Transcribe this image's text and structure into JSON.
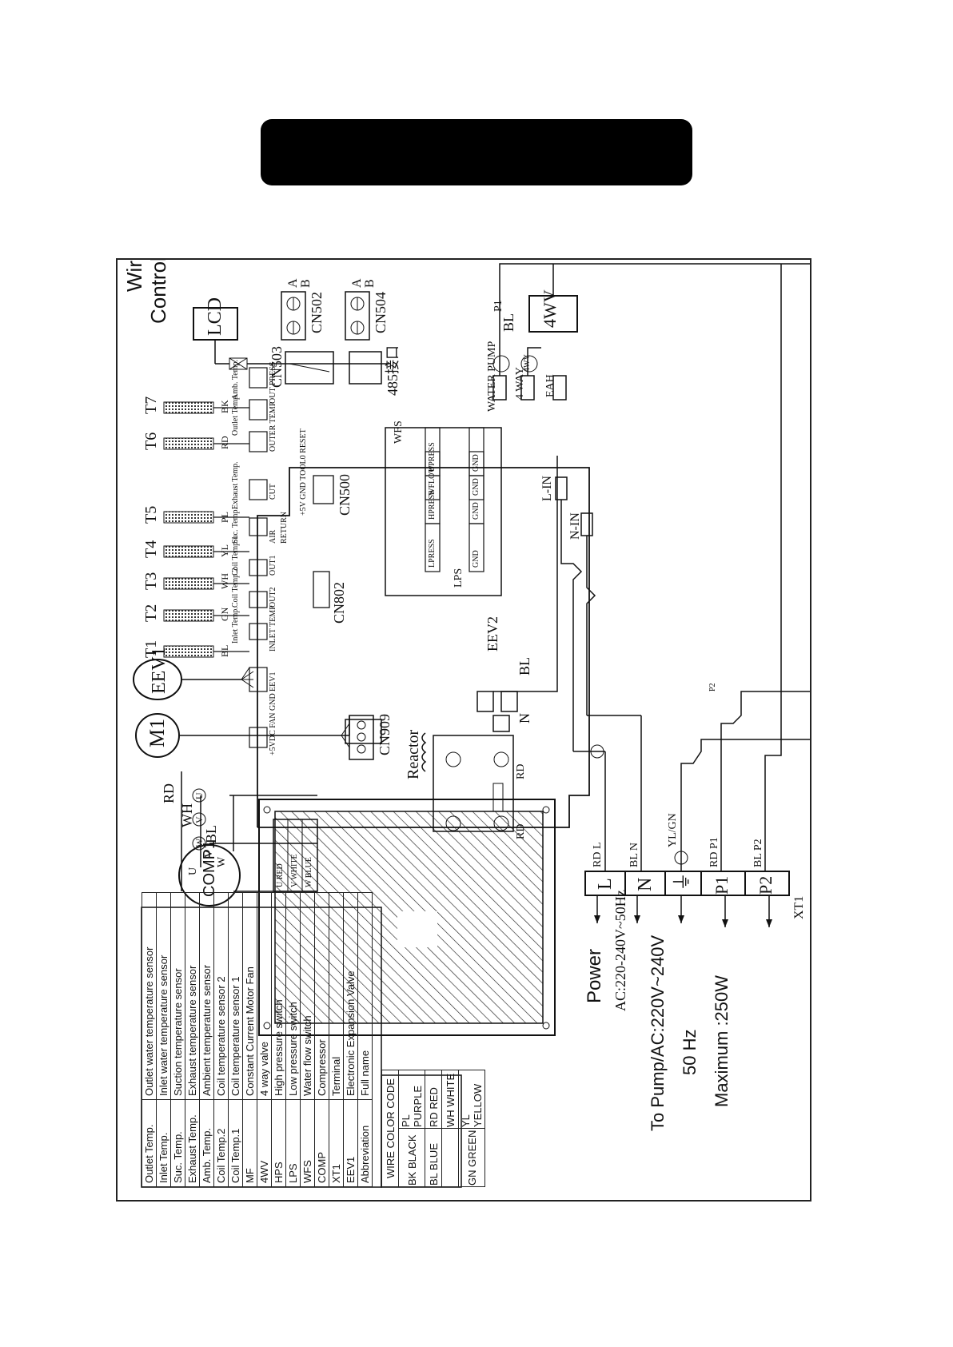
{
  "title_bar": {
    "text": ""
  },
  "wire_controller": {
    "line1": "Wire",
    "line2": "Controller",
    "lcd": "LCD"
  },
  "connectors": {
    "cn502": "CN502",
    "cn504": "CN504",
    "cn503": "CN503",
    "port485": "485接口",
    "cn500": "CN500",
    "cn802": "CN802",
    "cn909": "CN909",
    "eev2": "EEV2",
    "a": "A",
    "b": "B",
    "a2": "A",
    "b2": "B",
    "water_pump": "WATER PUMP",
    "four_way": "4 WAY",
    "eah": "EAH",
    "l_in": "L-IN",
    "n_in": "N-IN",
    "wfs": "WFS",
    "lps": "LPS",
    "cn500_pins": "+5V GND TOOL0 RESET"
  },
  "sensors": [
    {
      "id": "T1",
      "wire": "BL",
      "name": "Inlet Temp."
    },
    {
      "id": "T2",
      "wire": "GN",
      "name": "Coil Temp.2"
    },
    {
      "id": "T3",
      "wire": "WH",
      "name": "Coil Temp.1"
    },
    {
      "id": "T4",
      "wire": "YL",
      "name": "Suc. Temp."
    },
    {
      "id": "T5",
      "wire": "PL",
      "name": "Exhaust Temp."
    },
    {
      "id": "T6",
      "wire": "RD",
      "name": "Outlet Temp."
    },
    {
      "id": "T7",
      "wire": "BK",
      "name": "Amb. Temp."
    }
  ],
  "board_labels": {
    "eev1_conn": "EEV1",
    "inlet": "INLET TEMP",
    "out2": "OUT2",
    "out1": "OUT1",
    "air": "AIR",
    "return": "RETURN",
    "cut": "CUT",
    "outer": "OUTER TEMP",
    "out_press": "OUT PRESS",
    "gnd_row": "GND",
    "upress": "UPRESS",
    "wflow": "WFLOW",
    "hpress": "HPRESS",
    "lpress": "LPRESS",
    "dcfan": "+5VDC FAN GND"
  },
  "components": {
    "eev1": "EEV1",
    "m1": "M1",
    "comp1": "COMP1",
    "comp_u": "U",
    "comp_v": "V",
    "comp_w": "W",
    "wire_rd": "RD",
    "wire_wh": "WH",
    "wire_bl": "BL",
    "term_u": "U",
    "term_v": "V",
    "term_w": "W",
    "u_red": "U RED",
    "v_white": "V WHITE",
    "w_blue": "W BLUE",
    "reactor": "Reactor",
    "rd1": "RD",
    "rd2": "RD",
    "n_label": "N",
    "bl_4wv": "BL",
    "bl_top": "BL",
    "p1_top": "P1",
    "four_wv": "4WV",
    "four_wv_small": "4WV",
    "p2_small": "P2"
  },
  "terminal_block": {
    "terminals": [
      "L",
      "N",
      "⏚",
      "P1",
      "P2"
    ],
    "id": "XT1",
    "wire_labels": [
      "RD L",
      "BL N",
      "YL/GN",
      "RD P1",
      "BL P2"
    ]
  },
  "power": {
    "heading": "Power",
    "spec": "AC:220-240V~50Hz",
    "pump_line1": "To Pump/AC:220V~240V",
    "pump_line2": "50 Hz",
    "pump_line3": "Maximum :250W"
  },
  "wire_color_code": {
    "title": "WIRE COLOR CODE",
    "rows": [
      [
        "BK BLACK",
        "PL PURPLE"
      ],
      [
        "BL BLUE",
        "RD RED"
      ],
      [
        "",
        "WH WHITE"
      ],
      [
        "GN GREEN",
        "YL YELLOW"
      ]
    ]
  },
  "abbreviations": [
    [
      "Outlet Temp.",
      "Outlet water temperature sensor"
    ],
    [
      "Inlet Temp.",
      "Inlet water temperature sensor"
    ],
    [
      "Suc. Temp.",
      "Suction temperature sensor"
    ],
    [
      "Exhaust Temp.",
      "Exhaust temperature sensor"
    ],
    [
      "Amb. Temp.",
      "Ambient temperature sensor"
    ],
    [
      "Coil Temp.2",
      "Coil temperature sensor 2"
    ],
    [
      "Coil Temp.1",
      "Coil temperature sensor 1"
    ],
    [
      "MF",
      "Constant Current Motor Fan"
    ],
    [
      "4WV",
      "4 way valve"
    ],
    [
      "HPS",
      "High pressure switch"
    ],
    [
      "LPS",
      "Low pressure switch"
    ],
    [
      "WFS",
      "Water flow switch"
    ],
    [
      "COMP",
      "Compressor"
    ],
    [
      "XT1",
      "Terminal"
    ],
    [
      "EEV1",
      "Electronic Expansion Valve"
    ],
    [
      "Abbreviation",
      "Full name"
    ]
  ]
}
